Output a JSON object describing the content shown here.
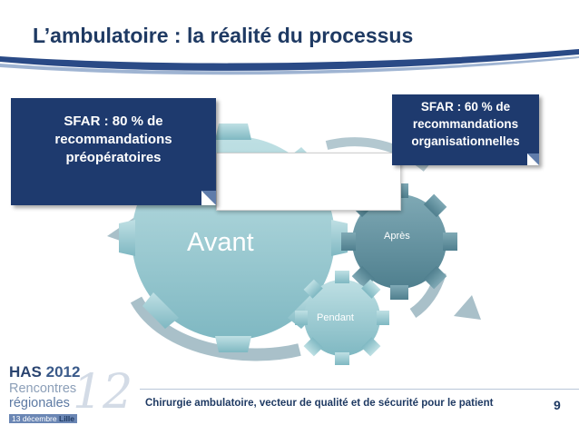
{
  "slide": {
    "title": "L’ambulatoire : la réalité du processus",
    "callout_left": {
      "lines": [
        "SFAR : 80 % de",
        "recommandations",
        "préopératoires"
      ]
    },
    "callout_right": {
      "lines": [
        "SFAR : 60 % de",
        "recommandations",
        "organisationnelles"
      ]
    },
    "gears": {
      "avant": "Avant",
      "apres": "Après",
      "pendant": "Pendant"
    },
    "footer": {
      "text": "Chirurgie ambulatoire, vecteur de qualité et de sécurité pour le patient",
      "page_number": "9"
    },
    "logo": {
      "org": "HAS",
      "year": "2012",
      "line2": "Rencontres",
      "line3": "régionales",
      "date": "13 décembre",
      "city": "Lille",
      "big_digits": "12"
    }
  },
  "colors": {
    "title": "#1f3a63",
    "callout_bg": "#1e3a6e",
    "gear_light": "#8fc4cd",
    "gear_dark": "#5d8c9a",
    "arrow": "#8faab6"
  }
}
